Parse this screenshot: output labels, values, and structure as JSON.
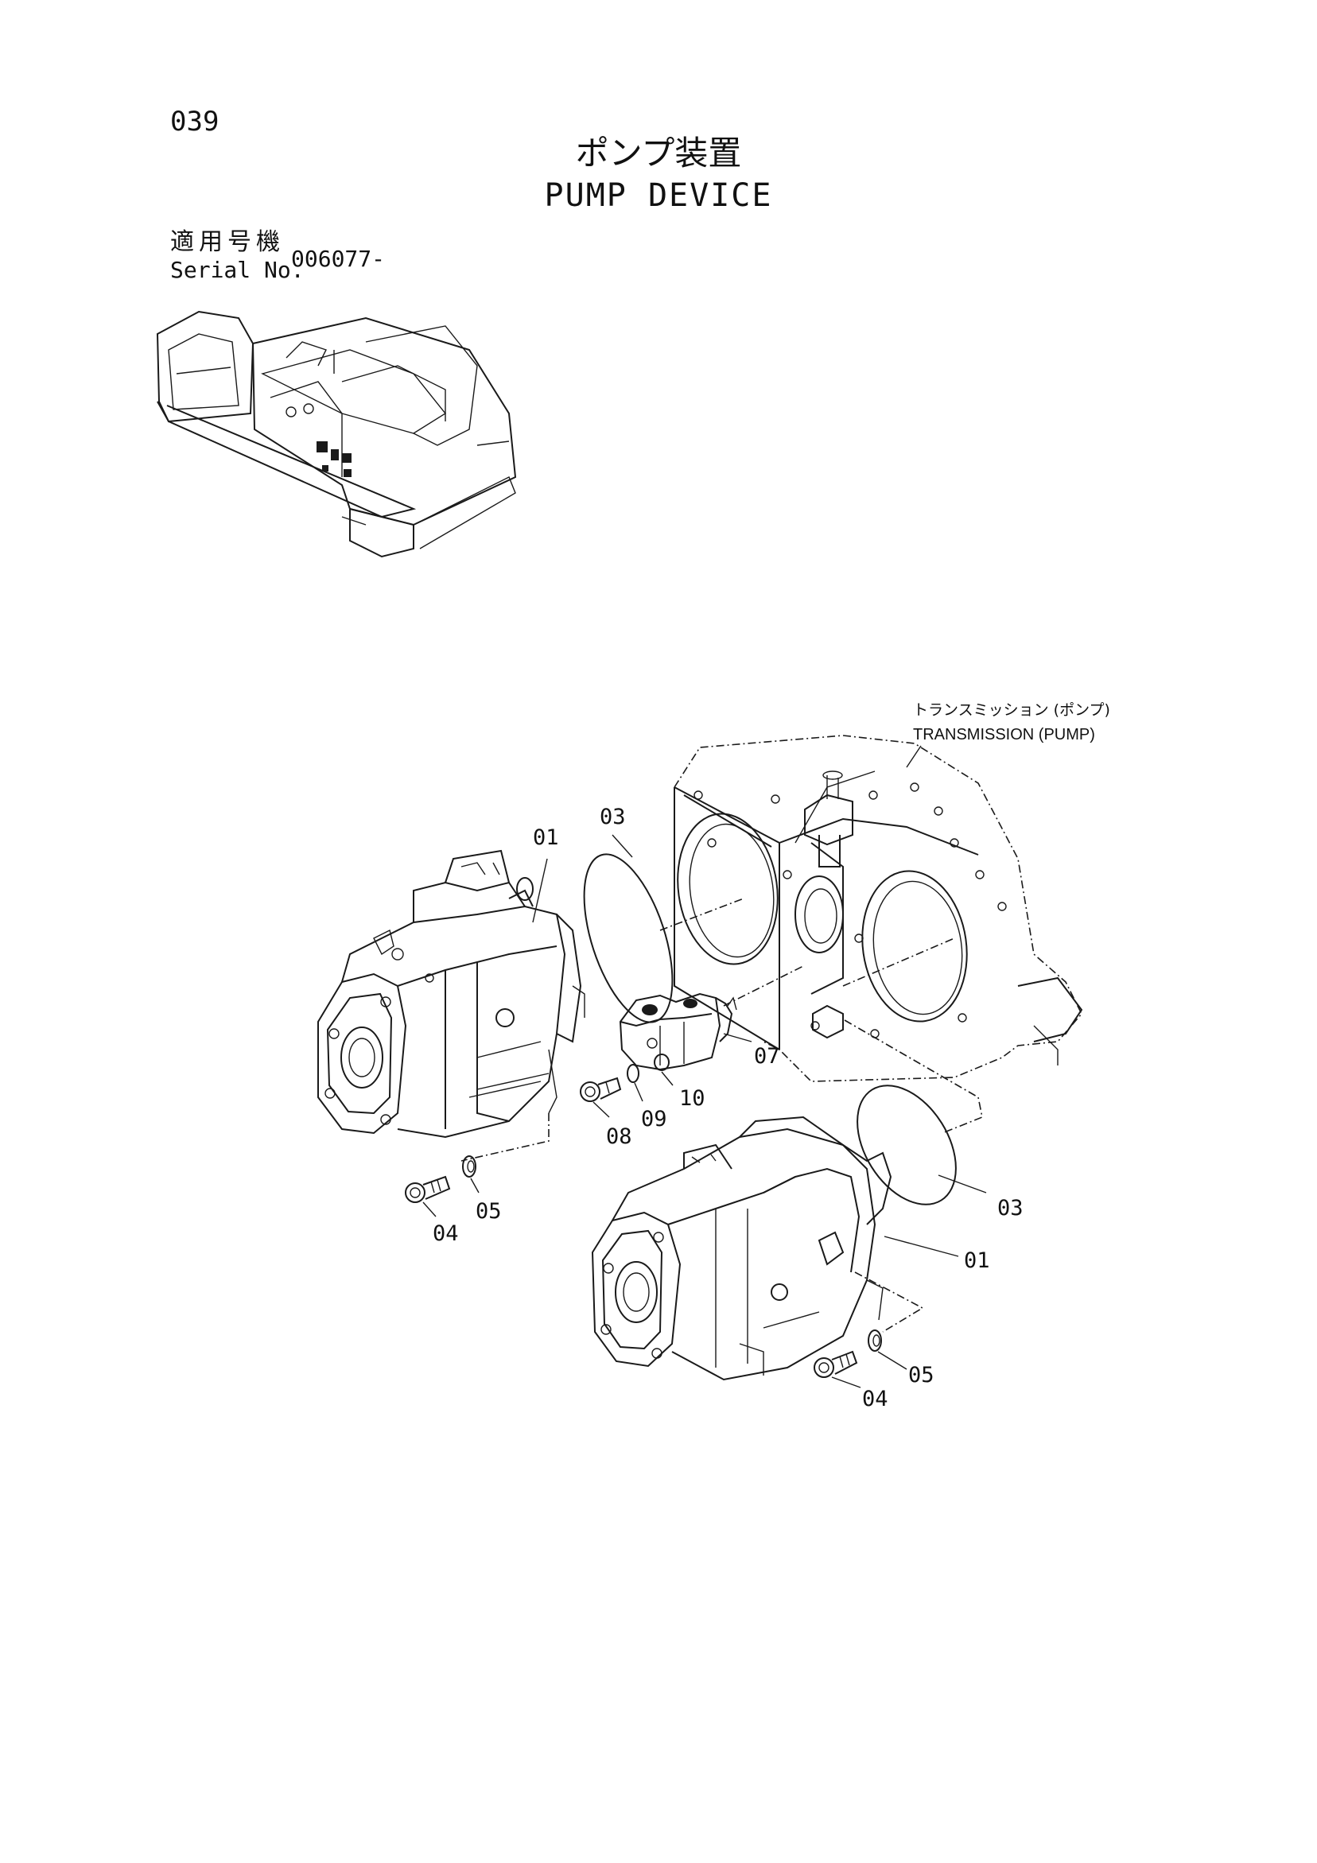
{
  "page": {
    "number": "039"
  },
  "title": {
    "japanese": "ポンプ装置",
    "english": "PUMP DEVICE"
  },
  "serial": {
    "label_ja": "適用号機",
    "label_en": "Serial No.",
    "value": "006077-"
  },
  "assembly": {
    "label_ja": "トランスミッション (ポンプ)",
    "label_en": "TRANSMISSION (PUMP)"
  },
  "callouts": {
    "c01a": "01",
    "c03a": "03",
    "c07": "07",
    "c10": "10",
    "c09": "09",
    "c08": "08",
    "c05a": "05",
    "c04a": "04",
    "c03b": "03",
    "c01b": "01",
    "c05b": "05",
    "c04b": "04"
  }
}
